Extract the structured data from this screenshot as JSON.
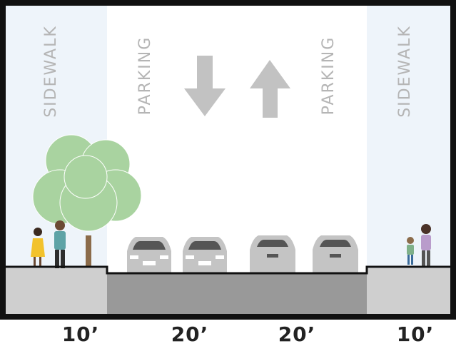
{
  "sections": {
    "sidewalk_left": "SIDEWALK",
    "parking_left": "PARKING",
    "parking_right": "PARKING",
    "sidewalk_right": "SIDEWALK"
  },
  "widths": {
    "sidewalk_left": "10’",
    "roadway_left": "20’",
    "roadway_right": "20’",
    "sidewalk_right": "10’"
  },
  "colors": {
    "sidewalk_bg": "#eef4fa",
    "sidewalk_ground": "#cfcfcf",
    "road_ground": "#999999",
    "outline": "#111111",
    "arrow": "#c2c2c2",
    "tree": "#a9d3a0",
    "car": "#c4c4c4",
    "label": "#b5b5b5"
  },
  "icons": {
    "arrow_down": "arrow-down-icon",
    "arrow_up": "arrow-up-icon",
    "tree": "tree-icon",
    "car": "car-icon",
    "pedestrian": "pedestrian-icon"
  }
}
